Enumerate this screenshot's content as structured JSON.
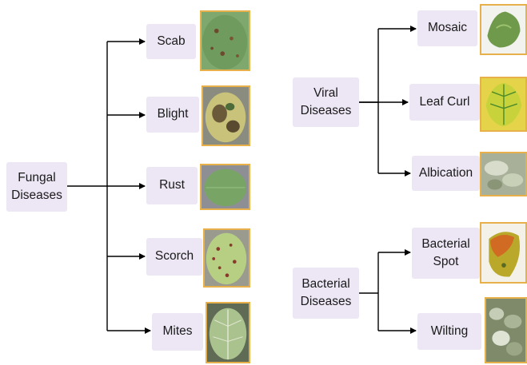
{
  "categories": [
    {
      "label": "Fungal\nDiseases",
      "children": [
        {
          "label": "Scab",
          "image": "scab-leaf-photo"
        },
        {
          "label": "Blight",
          "image": "blight-leaf-photo"
        },
        {
          "label": "Rust",
          "image": "rust-leaf-photo"
        },
        {
          "label": "Scorch",
          "image": "scorch-leaf-photo"
        },
        {
          "label": "Mites",
          "image": "mites-leaf-photo"
        }
      ]
    },
    {
      "label": "Viral\nDiseases",
      "children": [
        {
          "label": "Mosaic",
          "image": "mosaic-leaf-photo"
        },
        {
          "label": "Leaf Curl",
          "image": "leaf-curl-photo"
        },
        {
          "label": "Albication",
          "image": "albication-leaf-photo"
        }
      ]
    },
    {
      "label": "Bacterial\nDiseases",
      "children": [
        {
          "label": "Bacterial\nSpot",
          "image": "bacterial-spot-leaf-photo"
        },
        {
          "label": "Wilting",
          "image": "wilting-plant-photo"
        }
      ]
    }
  ],
  "colors": {
    "box": "#ede6f5",
    "arrow": "#000000",
    "photo_border": "#e8b04a"
  }
}
